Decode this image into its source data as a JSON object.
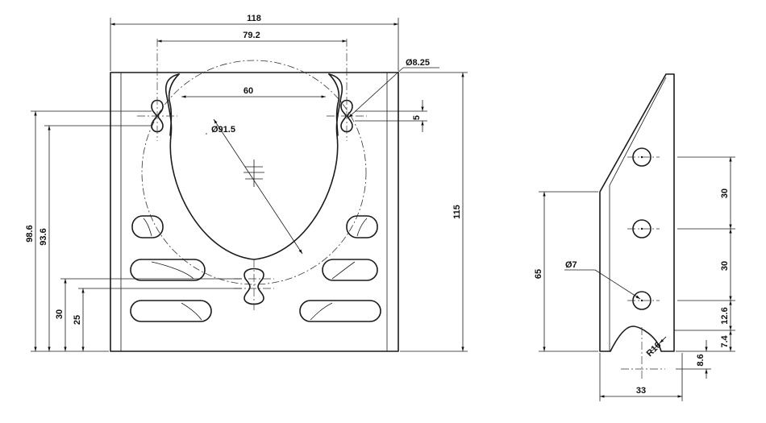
{
  "front_view": {
    "dims": {
      "overall_width": "118",
      "slot_spacing": "79.2",
      "inner_width": "60",
      "circle_diameter": "Ø91.5",
      "hole_diameter": "Ø8.25",
      "slot_offset": "5",
      "height_overall": "115",
      "height_98_6": "98.6",
      "height_93_6": "93.6",
      "height_30": "30",
      "height_25": "25"
    }
  },
  "side_view": {
    "dims": {
      "hole_diameter": "Ø7",
      "height_65": "65",
      "spacing_upper": "30",
      "spacing_lower": "30",
      "dim_12_6": "12.6",
      "dim_7_4": "7.4",
      "radius": "R16",
      "dim_8_6": "8.6",
      "width_33": "33"
    }
  }
}
